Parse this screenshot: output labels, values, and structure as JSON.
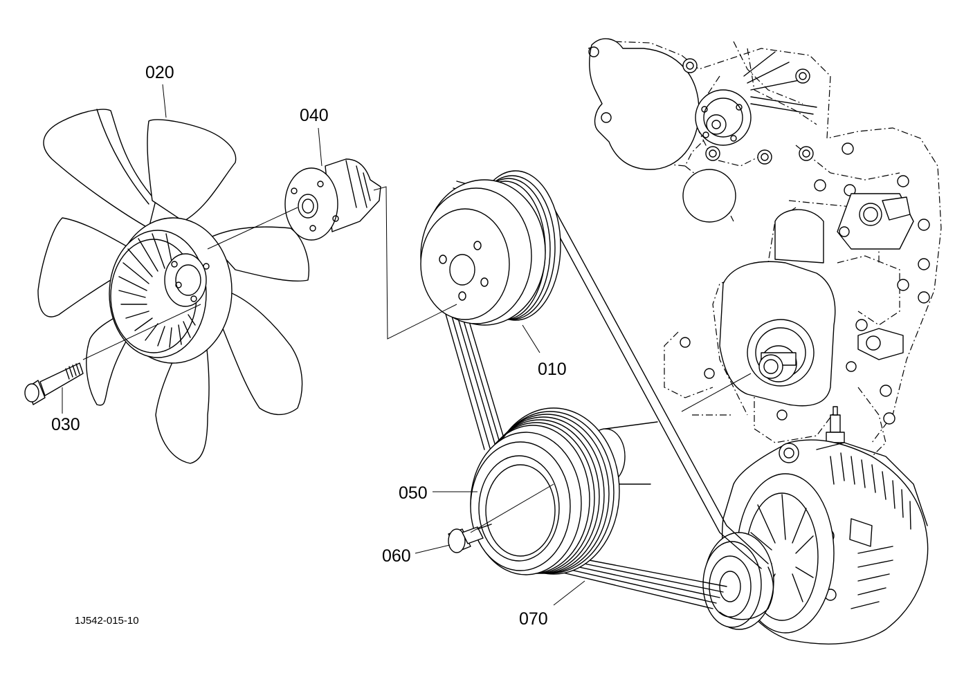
{
  "labels": {
    "pulley": "010",
    "fan": "020",
    "bolt": "030",
    "spacer": "040",
    "crank_pulley": "050",
    "crank_bolt": "060",
    "belt": "070"
  },
  "reference_code": "1J542-015-10",
  "colors": {
    "ink": "#000000",
    "paper": "#ffffff"
  }
}
